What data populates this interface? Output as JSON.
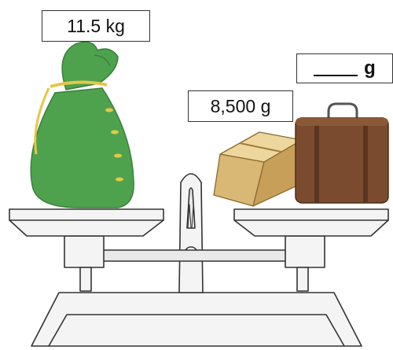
{
  "labels": {
    "sack_weight": "11.5 kg",
    "box_weight": "8,500 g",
    "suitcase_unit": "g"
  },
  "icons": {
    "sack": "sack-icon",
    "box": "box-icon",
    "suitcase": "suitcase-icon",
    "scale": "balance-scale-icon"
  },
  "colors": {
    "sack_green": "#4ea24e",
    "sack_tie": "#e6c64a",
    "box_tan": "#d8b874",
    "suitcase_brown": "#7a4b2e",
    "scale_outline": "#333333",
    "scale_fill": "#f4f4f4"
  }
}
